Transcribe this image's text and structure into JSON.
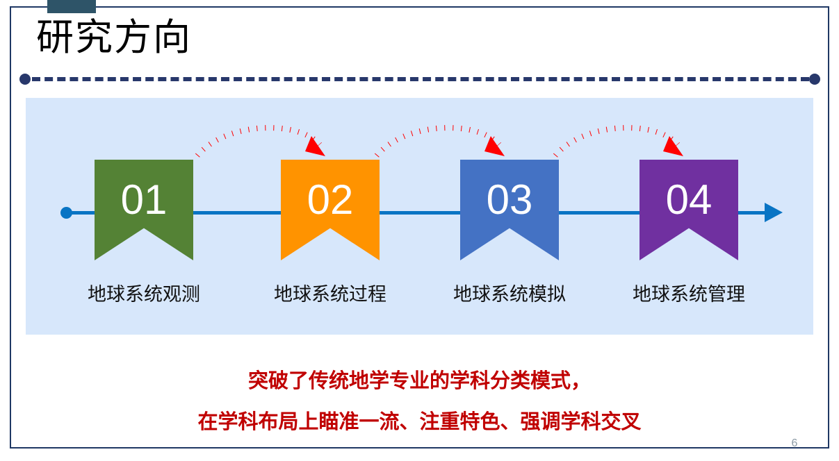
{
  "slide": {
    "title": "研究方向",
    "page_number": "6",
    "colors": {
      "frame": "#1F3864",
      "top_tab": "#2E5468",
      "rule": "#28386B",
      "panel_bg": "#D7E7FB",
      "axis": "#0874C4",
      "arrow_red": "#FF0000",
      "note_red": "#C00000",
      "page_number": "#8C9BA5"
    }
  },
  "timeline": {
    "steps": [
      {
        "number": "01",
        "label": "地球系统观测",
        "color": "#548235"
      },
      {
        "number": "02",
        "label": "地球系统过程",
        "color": "#FF9300"
      },
      {
        "number": "03",
        "label": "地球系统模拟",
        "color": "#4472C4"
      },
      {
        "number": "04",
        "label": "地球系统管理",
        "color": "#7030A0"
      }
    ],
    "connectors": [
      {
        "from": "01",
        "to": "02",
        "style": "dotted-arc-arrow"
      },
      {
        "from": "02",
        "to": "03",
        "style": "dotted-arc-arrow"
      },
      {
        "from": "03",
        "to": "04",
        "style": "dotted-arc-arrow"
      }
    ]
  },
  "note": {
    "line1": "突破了传统地学专业的学科分类模式，",
    "line2": "在学科布局上瞄准一流、注重特色、强调学科交叉"
  }
}
